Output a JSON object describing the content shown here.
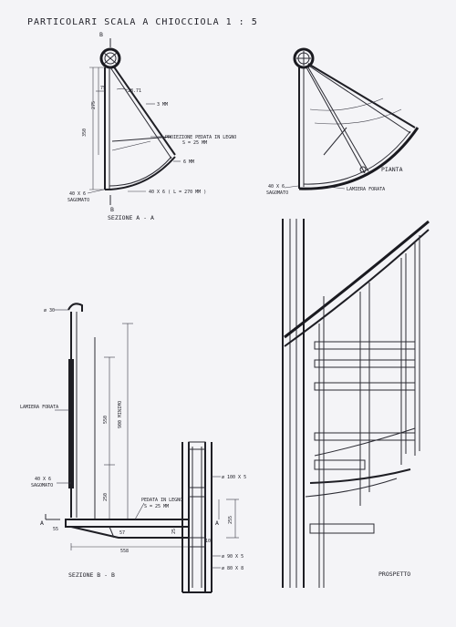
{
  "title": "PARTICOLARI SCALA A CHIOCCIOLA 1 : 5",
  "section_aa": {
    "label": "SEZIONE A - A",
    "marker_top": "B",
    "marker_bottom": "B",
    "dim_a": "75",
    "dim_b": "275",
    "dim_c": "350",
    "dim_angle": "28.71",
    "note_3mm": "3 MM",
    "note_proj": "PROIEZIONE PEDATA IN LEGNO",
    "note_s25": "S = 25 MM",
    "note_6mm": "6 MM",
    "note_flat": "40 X 6",
    "note_flat2": "SAGOMATO",
    "note_bar": "40 X 6 ( L = 270 MM )"
  },
  "plan": {
    "label": "PIANTA",
    "note_flat": "40 X 6",
    "note_flat2": "SAGOMATO",
    "note_sheet": "LAMIERA FORATA"
  },
  "section_bb": {
    "label": "SEZIONE B - B",
    "phi30": "ø 30",
    "sheet": "LAMIERA FORATA",
    "flat": "40 X 6",
    "flat2": "SAGOMATO",
    "dim_900": "900 MINIMO",
    "dim_550": "550",
    "dim_250": "250",
    "tread": "PEDATA IN LEGNO",
    "tread_s": "S = 25 MM",
    "dim_55": "55",
    "dim_57": "57",
    "dim_25": "25",
    "dim_10": "10",
    "dim_558": "558",
    "dim_255": "255",
    "tube_top": "ø 100 X 5",
    "tube_mid": "ø 90 X 5",
    "tube_bot": "ø 80 X 8",
    "marker_a_left": "A",
    "marker_a_right": "A"
  },
  "elevation": {
    "label": "PROSPETTO"
  }
}
